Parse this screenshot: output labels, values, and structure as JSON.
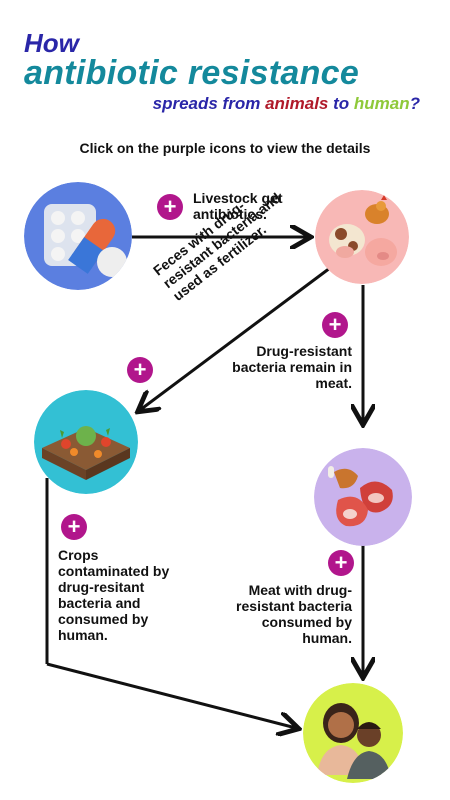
{
  "title": {
    "line1": "How",
    "line2": "antibiotic resistance",
    "sub_part1": "spreads from ",
    "sub_part2": "animals",
    "sub_part3": " to ",
    "sub_part4": "human",
    "sub_part5": "?"
  },
  "instruction": "Click on the purple icons to view the details",
  "steps": {
    "livestock": "Livestock get antibiotics.",
    "feces": "Feces with drug-resistant bacteria and used as fertilizer.",
    "meat_bacteria": "Drug-resistant bacteria remain in meat.",
    "crops": "Crops contaminated by drug-resitant bacteria and consumed by human.",
    "meat_consumed": "Meat with drug-resistant bacteria consumed by human."
  },
  "plus_symbol": "+",
  "colors": {
    "accent_purple": "#b1168c",
    "title_blue": "#2a26a8",
    "title_teal": "#14899c",
    "animals_red": "#b01a2a",
    "human_green": "#8fc93a"
  },
  "icons": [
    "medicine-pills-icon",
    "farm-animals-icon",
    "vegetable-garden-icon",
    "raw-meat-icon",
    "people-icon"
  ]
}
